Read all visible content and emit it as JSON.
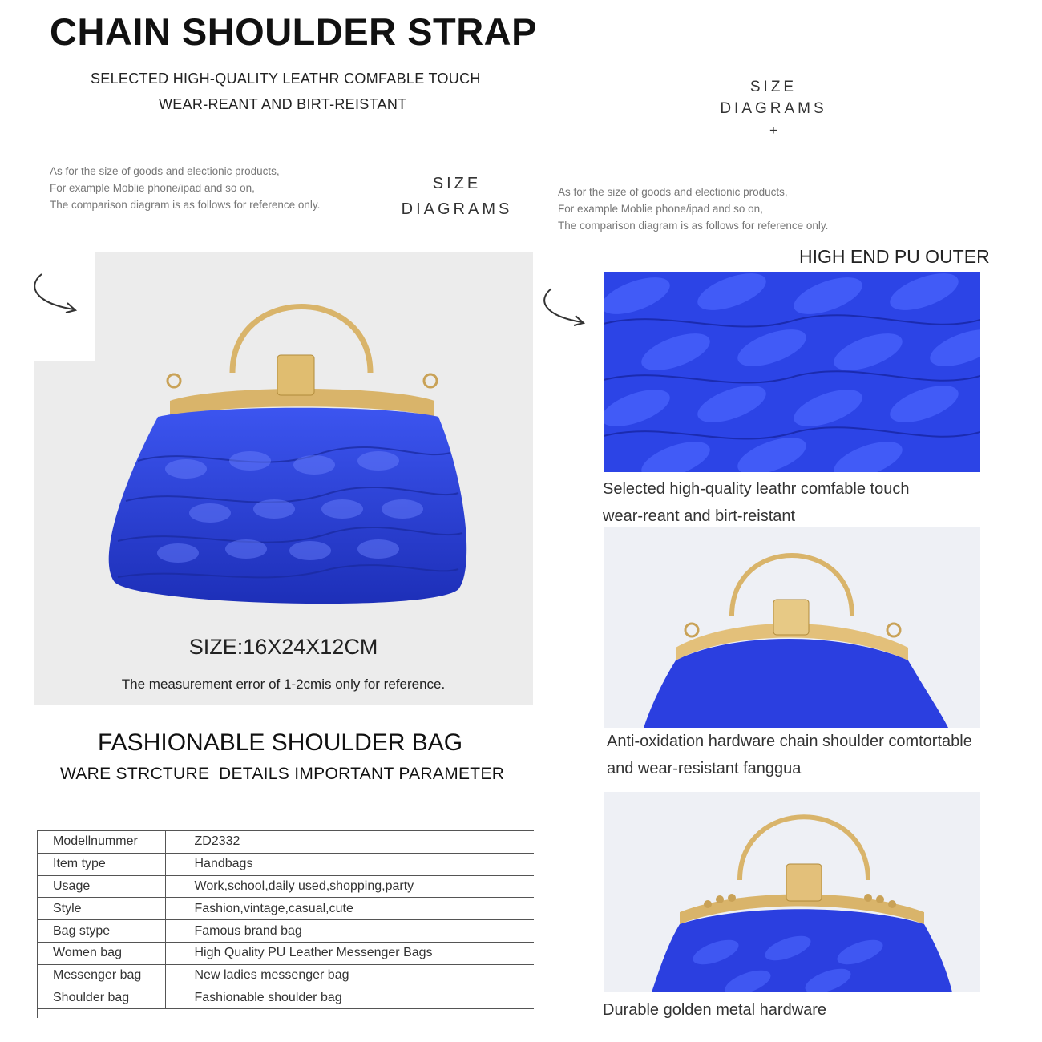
{
  "header": {
    "title": "CHAIN SHOULDER STRAP",
    "sub_line_1": "SELECTED HIGH-QUALITY LEATHR COMFABLE TOUCH",
    "sub_line_2": "WEAR-REANT AND BIRT-REISTANT"
  },
  "right_size_heading": {
    "line1": "SIZE",
    "line2": "DIAGRAMS",
    "plus": "+"
  },
  "left_note": {
    "line1": "As for the size of goods and electionic products,",
    "line2": "For example Moblie phone/ipad and so on,",
    "line3": "The comparison diagram is as follows for reference only."
  },
  "left_size_heading": {
    "line1": "SIZE",
    "line2": "DIAGRAMS"
  },
  "right_note": {
    "line1": "As for the size of goods and electionic products,",
    "line2": "For example Moblie phone/ipad and so on,",
    "line3": "The comparison diagram is as follows for reference only."
  },
  "main_photo": {
    "size_text": "SIZE:16X24X12CM",
    "measurement_note": "The measurement error of 1-2cmis only for reference."
  },
  "section": {
    "title": "FASHIONABLE SHOULDER BAG",
    "sub_left": "WARE STRCTURE",
    "sub_right": "DETAILS IMPORTANT PARAMETER"
  },
  "spec_table": [
    {
      "key": "Modellnummer",
      "value": "ZD2332"
    },
    {
      "key": "Item type",
      "value": "Handbags"
    },
    {
      "key": "Usage",
      "value": "Work,school,daily used,shopping,party"
    },
    {
      "key": "Style",
      "value": "Fashion,vintage,casual,cute"
    },
    {
      "key": "Bag stype",
      "value": "Famous brand bag"
    },
    {
      "key": "Women bag",
      "value": "High Quality PU Leather Messenger Bags"
    },
    {
      "key": "Messenger bag",
      "value": "New ladies messenger bag"
    },
    {
      "key": "Shoulder bag",
      "value": "Fashionable shoulder bag"
    }
  ],
  "detail_1": {
    "title": "HIGH END PU OUTER",
    "caption_1": "Selected high-quality leathr comfable touch",
    "caption_2": "wear-reant and birt-reistant"
  },
  "detail_2": {
    "caption_1": "Anti-oxidation hardware chain shoulder comtortable",
    "caption_2": "and wear-resistant fanggua"
  },
  "detail_3": {
    "caption_1": "Durable golden metal hardware"
  },
  "colors": {
    "bag_blue": "#2b3fe0",
    "gold": "#d9b46a",
    "panel_gray": "#ececec"
  }
}
